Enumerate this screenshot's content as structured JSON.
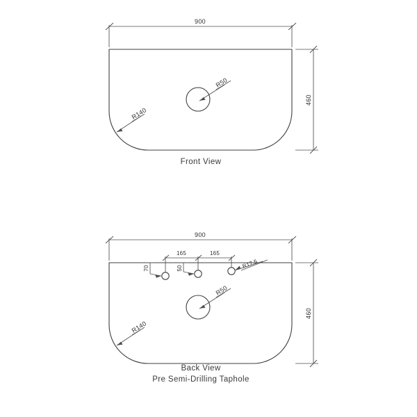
{
  "drawing": {
    "background_color": "#ffffff",
    "line_color": "#3f3f3f",
    "dim_line_color": "#4d4d4d",
    "text_color": "#2e2e2e",
    "views": [
      {
        "id": "front-view",
        "caption": "Front View",
        "caption_line2": "",
        "dimensions": {
          "width": "900",
          "height": "460",
          "corner_radius": "R140",
          "center_hole_radius": "R50"
        }
      },
      {
        "id": "back-view",
        "caption": "Back View",
        "caption_line2": "Pre Semi-Drilling Taphole",
        "dimensions": {
          "width": "900",
          "height": "460",
          "corner_radius": "R140",
          "center_hole_radius": "R50",
          "taphole_radius": "R17.5",
          "spacing_1": "165",
          "spacing_2": "165",
          "offset_left": "70",
          "offset_mid": "50"
        }
      }
    ]
  }
}
